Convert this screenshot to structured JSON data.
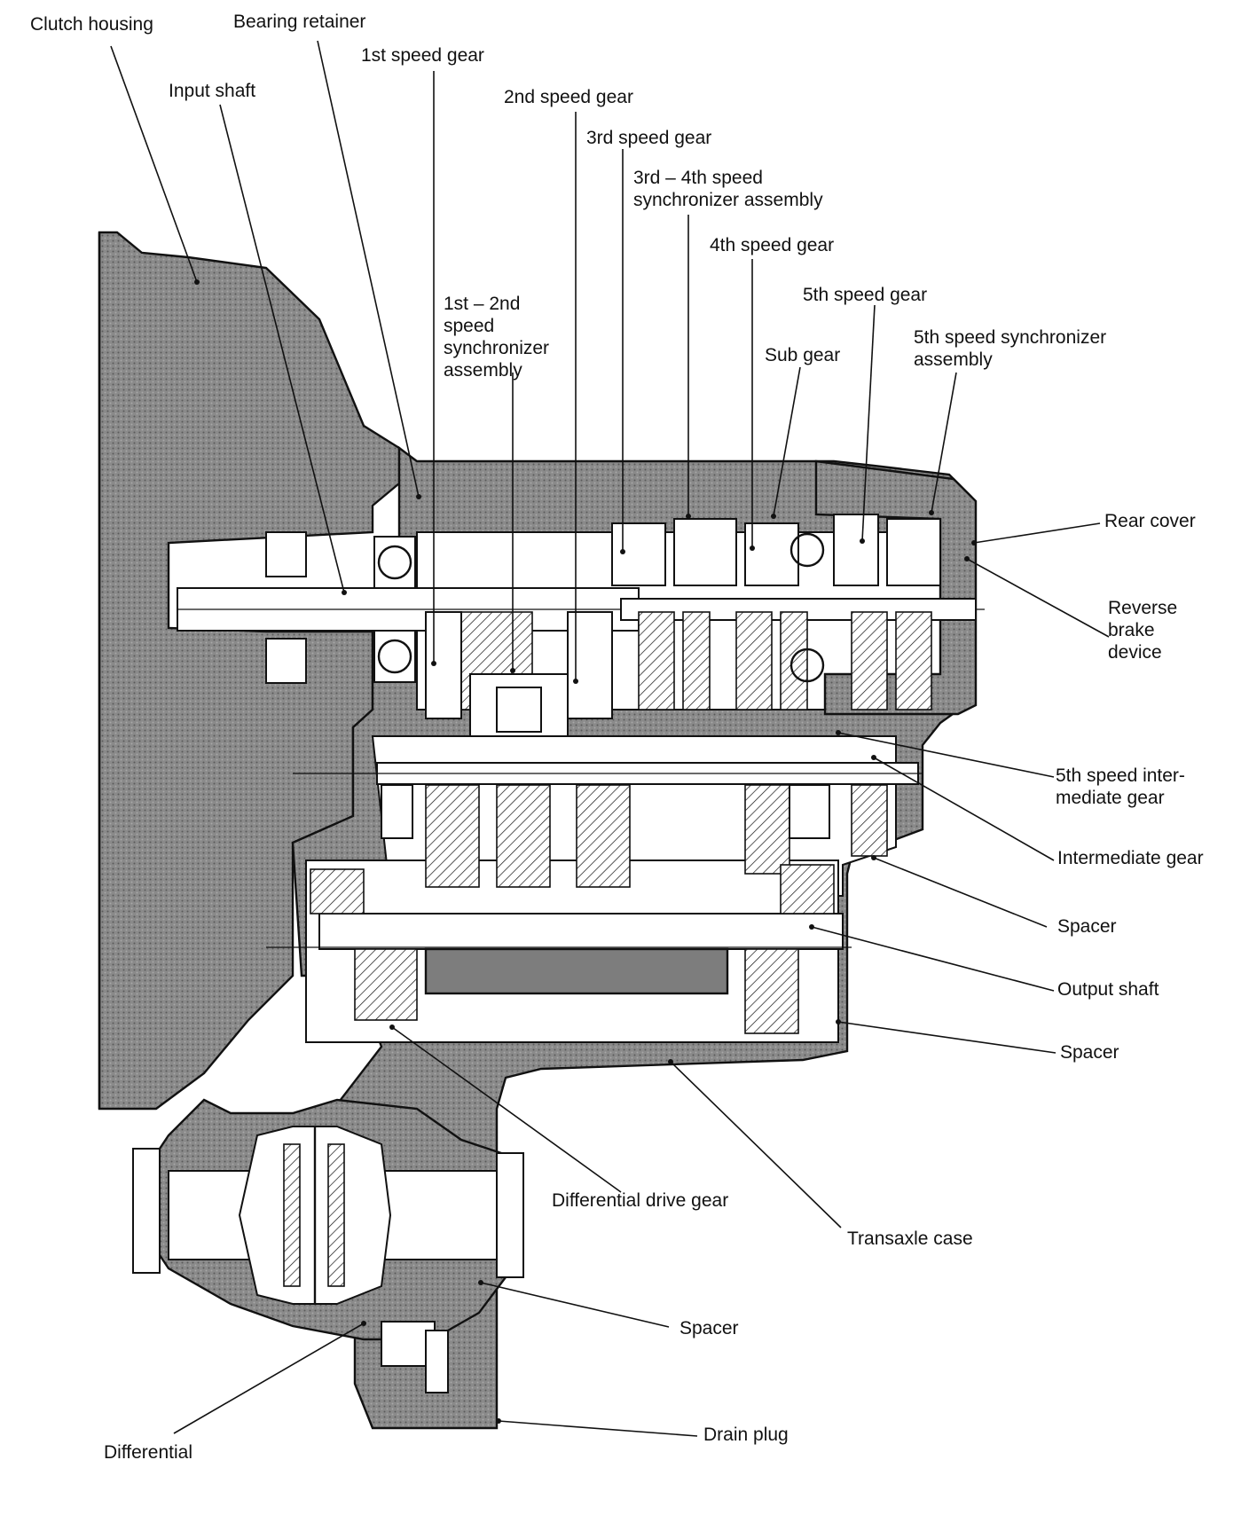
{
  "labels": {
    "clutch_housing": "Clutch housing",
    "bearing_retainer": "Bearing retainer",
    "first_speed_gear": "1st speed gear",
    "input_shaft": "Input shaft",
    "second_speed_gear": "2nd speed gear",
    "third_speed_gear": "3rd speed gear",
    "sync_3_4": "3rd – 4th speed\nsynchronizer assembly",
    "fourth_speed_gear": "4th speed gear",
    "sync_1_2": "1st – 2nd\nspeed\nsynchronizer\nassembly",
    "fifth_speed_gear": "5th speed gear",
    "sub_gear": "Sub gear",
    "sync_5": "5th speed synchronizer\nassembly",
    "rear_cover": "Rear cover",
    "reverse_brake": "Reverse\nbrake\ndevice",
    "fifth_intermediate": "5th speed inter-\nmediate gear",
    "intermediate_gear": "Intermediate gear",
    "spacer_1": "Spacer",
    "output_shaft": "Output shaft",
    "spacer_2": "Spacer",
    "differential_drive_gear": "Differential drive gear",
    "transaxle_case": "Transaxle case",
    "spacer_3": "Spacer",
    "drain_plug": "Drain plug",
    "differential": "Differential"
  }
}
